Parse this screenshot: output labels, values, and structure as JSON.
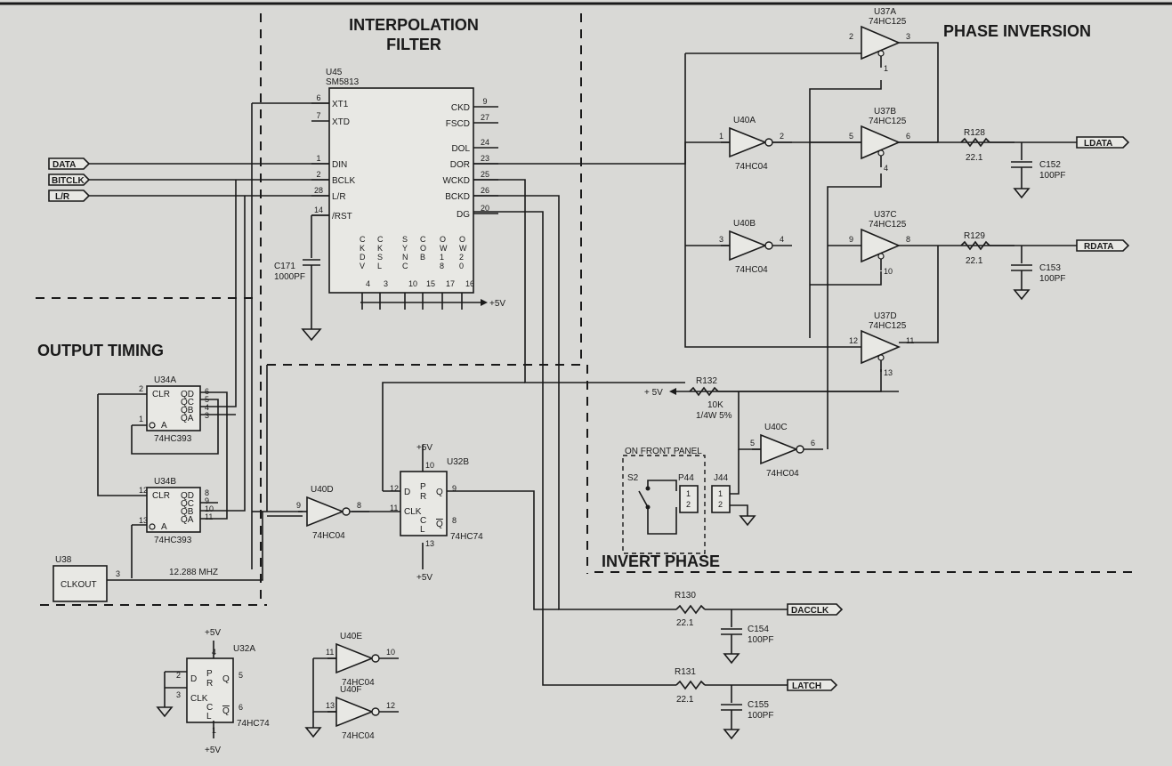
{
  "sections": {
    "interpolation_l1": "INTERPOLATION",
    "interpolation_l2": "FILTER",
    "phase_inversion": "PHASE INVERSION",
    "output_timing": "OUTPUT TIMING",
    "invert_phase": "INVERT PHASE",
    "front_panel": "ON FRONT PANEL"
  },
  "u45": {
    "ref": "U45",
    "part": "SM5813",
    "left_pins": [
      {
        "num": "6",
        "name": "XT1"
      },
      {
        "num": "7",
        "name": "XTD"
      },
      {
        "num": "1",
        "name": "DIN"
      },
      {
        "num": "2",
        "name": "BCLK"
      },
      {
        "num": "28",
        "name": "L/R"
      },
      {
        "num": "14",
        "name": "/RST"
      }
    ],
    "right_pins": [
      {
        "num": "9",
        "name": "CKD"
      },
      {
        "num": "27",
        "name": "FSCD"
      },
      {
        "num": "24",
        "name": "DOL"
      },
      {
        "num": "23",
        "name": "DOR"
      },
      {
        "num": "25",
        "name": "WCKD"
      },
      {
        "num": "26",
        "name": "BCKD"
      },
      {
        "num": "20",
        "name": "DG"
      }
    ],
    "bottom_pins": [
      {
        "num": "4",
        "name": "CKDV"
      },
      {
        "num": "3",
        "name": "CKSL"
      },
      {
        "num": "10",
        "name": "SYNC"
      },
      {
        "num": "15",
        "name": "COB"
      },
      {
        "num": "17",
        "name": "OW18"
      },
      {
        "num": "16",
        "name": "OW20"
      }
    ]
  },
  "inputs": {
    "data": "DATA",
    "bitclk": "BITCLK",
    "lr": "L/R"
  },
  "outputs": {
    "ldata": "LDATA",
    "rdata": "RDATA",
    "dacclk": "DACCLK",
    "latch": "LATCH"
  },
  "power": {
    "plus5v": "+5V",
    "plus5v_spaced": "+ 5V"
  },
  "caps": [
    {
      "ref": "C171",
      "val": "1000PF"
    },
    {
      "ref": "C152",
      "val": "100PF"
    },
    {
      "ref": "C153",
      "val": "100PF"
    },
    {
      "ref": "C154",
      "val": "100PF"
    },
    {
      "ref": "C155",
      "val": "100PF"
    }
  ],
  "resistors": [
    {
      "ref": "R128",
      "val": "22.1"
    },
    {
      "ref": "R129",
      "val": "22.1"
    },
    {
      "ref": "R130",
      "val": "22.1"
    },
    {
      "ref": "R131",
      "val": "22.1"
    },
    {
      "ref": "R132",
      "val": "10K",
      "val2": "1/4W 5%"
    }
  ],
  "buffers": [
    {
      "ref": "U37A",
      "part": "74HC125",
      "pin_in": "2",
      "pin_out": "3",
      "pin_en": "1"
    },
    {
      "ref": "U37B",
      "part": "74HC125",
      "pin_in": "5",
      "pin_out": "6",
      "pin_en": "4"
    },
    {
      "ref": "U37C",
      "part": "74HC125",
      "pin_in": "9",
      "pin_out": "8",
      "pin_en": "10"
    },
    {
      "ref": "U37D",
      "part": "74HC125",
      "pin_in": "12",
      "pin_out": "11",
      "pin_en": "13"
    }
  ],
  "inverters": [
    {
      "ref": "U40A",
      "part": "74HC04",
      "pin_in": "1",
      "pin_out": "2"
    },
    {
      "ref": "U40B",
      "part": "74HC04",
      "pin_in": "3",
      "pin_out": "4"
    },
    {
      "ref": "U40C",
      "part": "74HC04",
      "pin_in": "5",
      "pin_out": "6"
    },
    {
      "ref": "U40D",
      "part": "74HC04",
      "pin_in": "9",
      "pin_out": "8"
    },
    {
      "ref": "U40E",
      "part": "74HC04",
      "pin_in": "11",
      "pin_out": "10"
    },
    {
      "ref": "U40F",
      "part": "74HC04",
      "pin_in": "13",
      "pin_out": "12"
    }
  ],
  "counters": [
    {
      "ref": "U34A",
      "part": "74HC393",
      "clr": "CLR",
      "pins": [
        "QD",
        "QC",
        "QB",
        "QA"
      ],
      "a": "A",
      "pin_clr": "2",
      "pin_a": "1",
      "pin_q": [
        "6",
        "5",
        "4",
        "3"
      ]
    },
    {
      "ref": "U34B",
      "part": "74HC393",
      "clr": "CLR",
      "pins": [
        "QD",
        "QC",
        "QB",
        "QA"
      ],
      "a": "A",
      "pin_clr": "12",
      "pin_a": "13",
      "pin_q": [
        "8",
        "9",
        "10",
        "11"
      ]
    }
  ],
  "flipflops": [
    {
      "ref": "U32B",
      "part": "74HC74",
      "d": "D",
      "p": "P",
      "r": "R",
      "clk": "CLK",
      "c": "C",
      "l": "L",
      "q": "Q",
      "pin_d": "12",
      "pin_clk": "11",
      "pin_p": "10",
      "pin_r": "13",
      "pin_q": "9",
      "pin_qn": "8"
    },
    {
      "ref": "U32A",
      "part": "74HC74",
      "d": "D",
      "p": "P",
      "r": "R",
      "clk": "CLK",
      "c": "C",
      "l": "L",
      "q": "Q",
      "pin_d": "2",
      "pin_clk": "3",
      "pin_p": "4",
      "pin_r": "1",
      "pin_q": "5",
      "pin_qn": "6"
    }
  ],
  "u38": {
    "ref": "U38",
    "name": "CLKOUT",
    "pin": "3",
    "freq": "12.288 MHZ"
  },
  "switch": {
    "ref": "S2"
  },
  "connectors": [
    {
      "ref": "P44",
      "p1": "1",
      "p2": "2"
    },
    {
      "ref": "J44",
      "p1": "1",
      "p2": "2"
    }
  ]
}
